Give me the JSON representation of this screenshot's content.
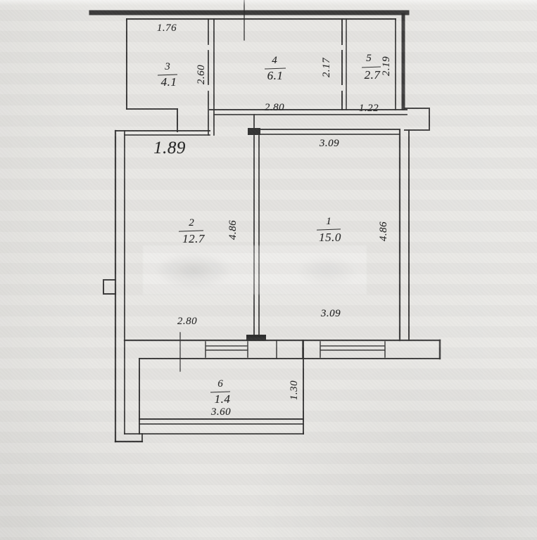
{
  "plan": {
    "rooms": [
      {
        "number": "1",
        "area": "15.0"
      },
      {
        "number": "2",
        "area": "12.7"
      },
      {
        "number": "3",
        "area": "4.1"
      },
      {
        "number": "4",
        "area": "6.1"
      },
      {
        "number": "5",
        "area": "2.7"
      },
      {
        "number": "6",
        "area": "1.4"
      }
    ],
    "dimensions": {
      "room3_width": "1.76",
      "room3_height": "2.60",
      "room4_height": "2.17",
      "room4_width": "2.80",
      "room5_height": "2.19",
      "room5_width": "1.22",
      "hall_opening": "1.89",
      "room1_width_top": "3.09",
      "room1_height": "4.86",
      "room2_height": "4.86",
      "room1_width_bottom": "3.09",
      "room2_width": "2.80",
      "balcony_height": "1.30",
      "balcony_width": "3.60"
    },
    "colors": {
      "paper": "#e8e7e4",
      "line": "#2e2e2e",
      "text": "#242424"
    }
  }
}
